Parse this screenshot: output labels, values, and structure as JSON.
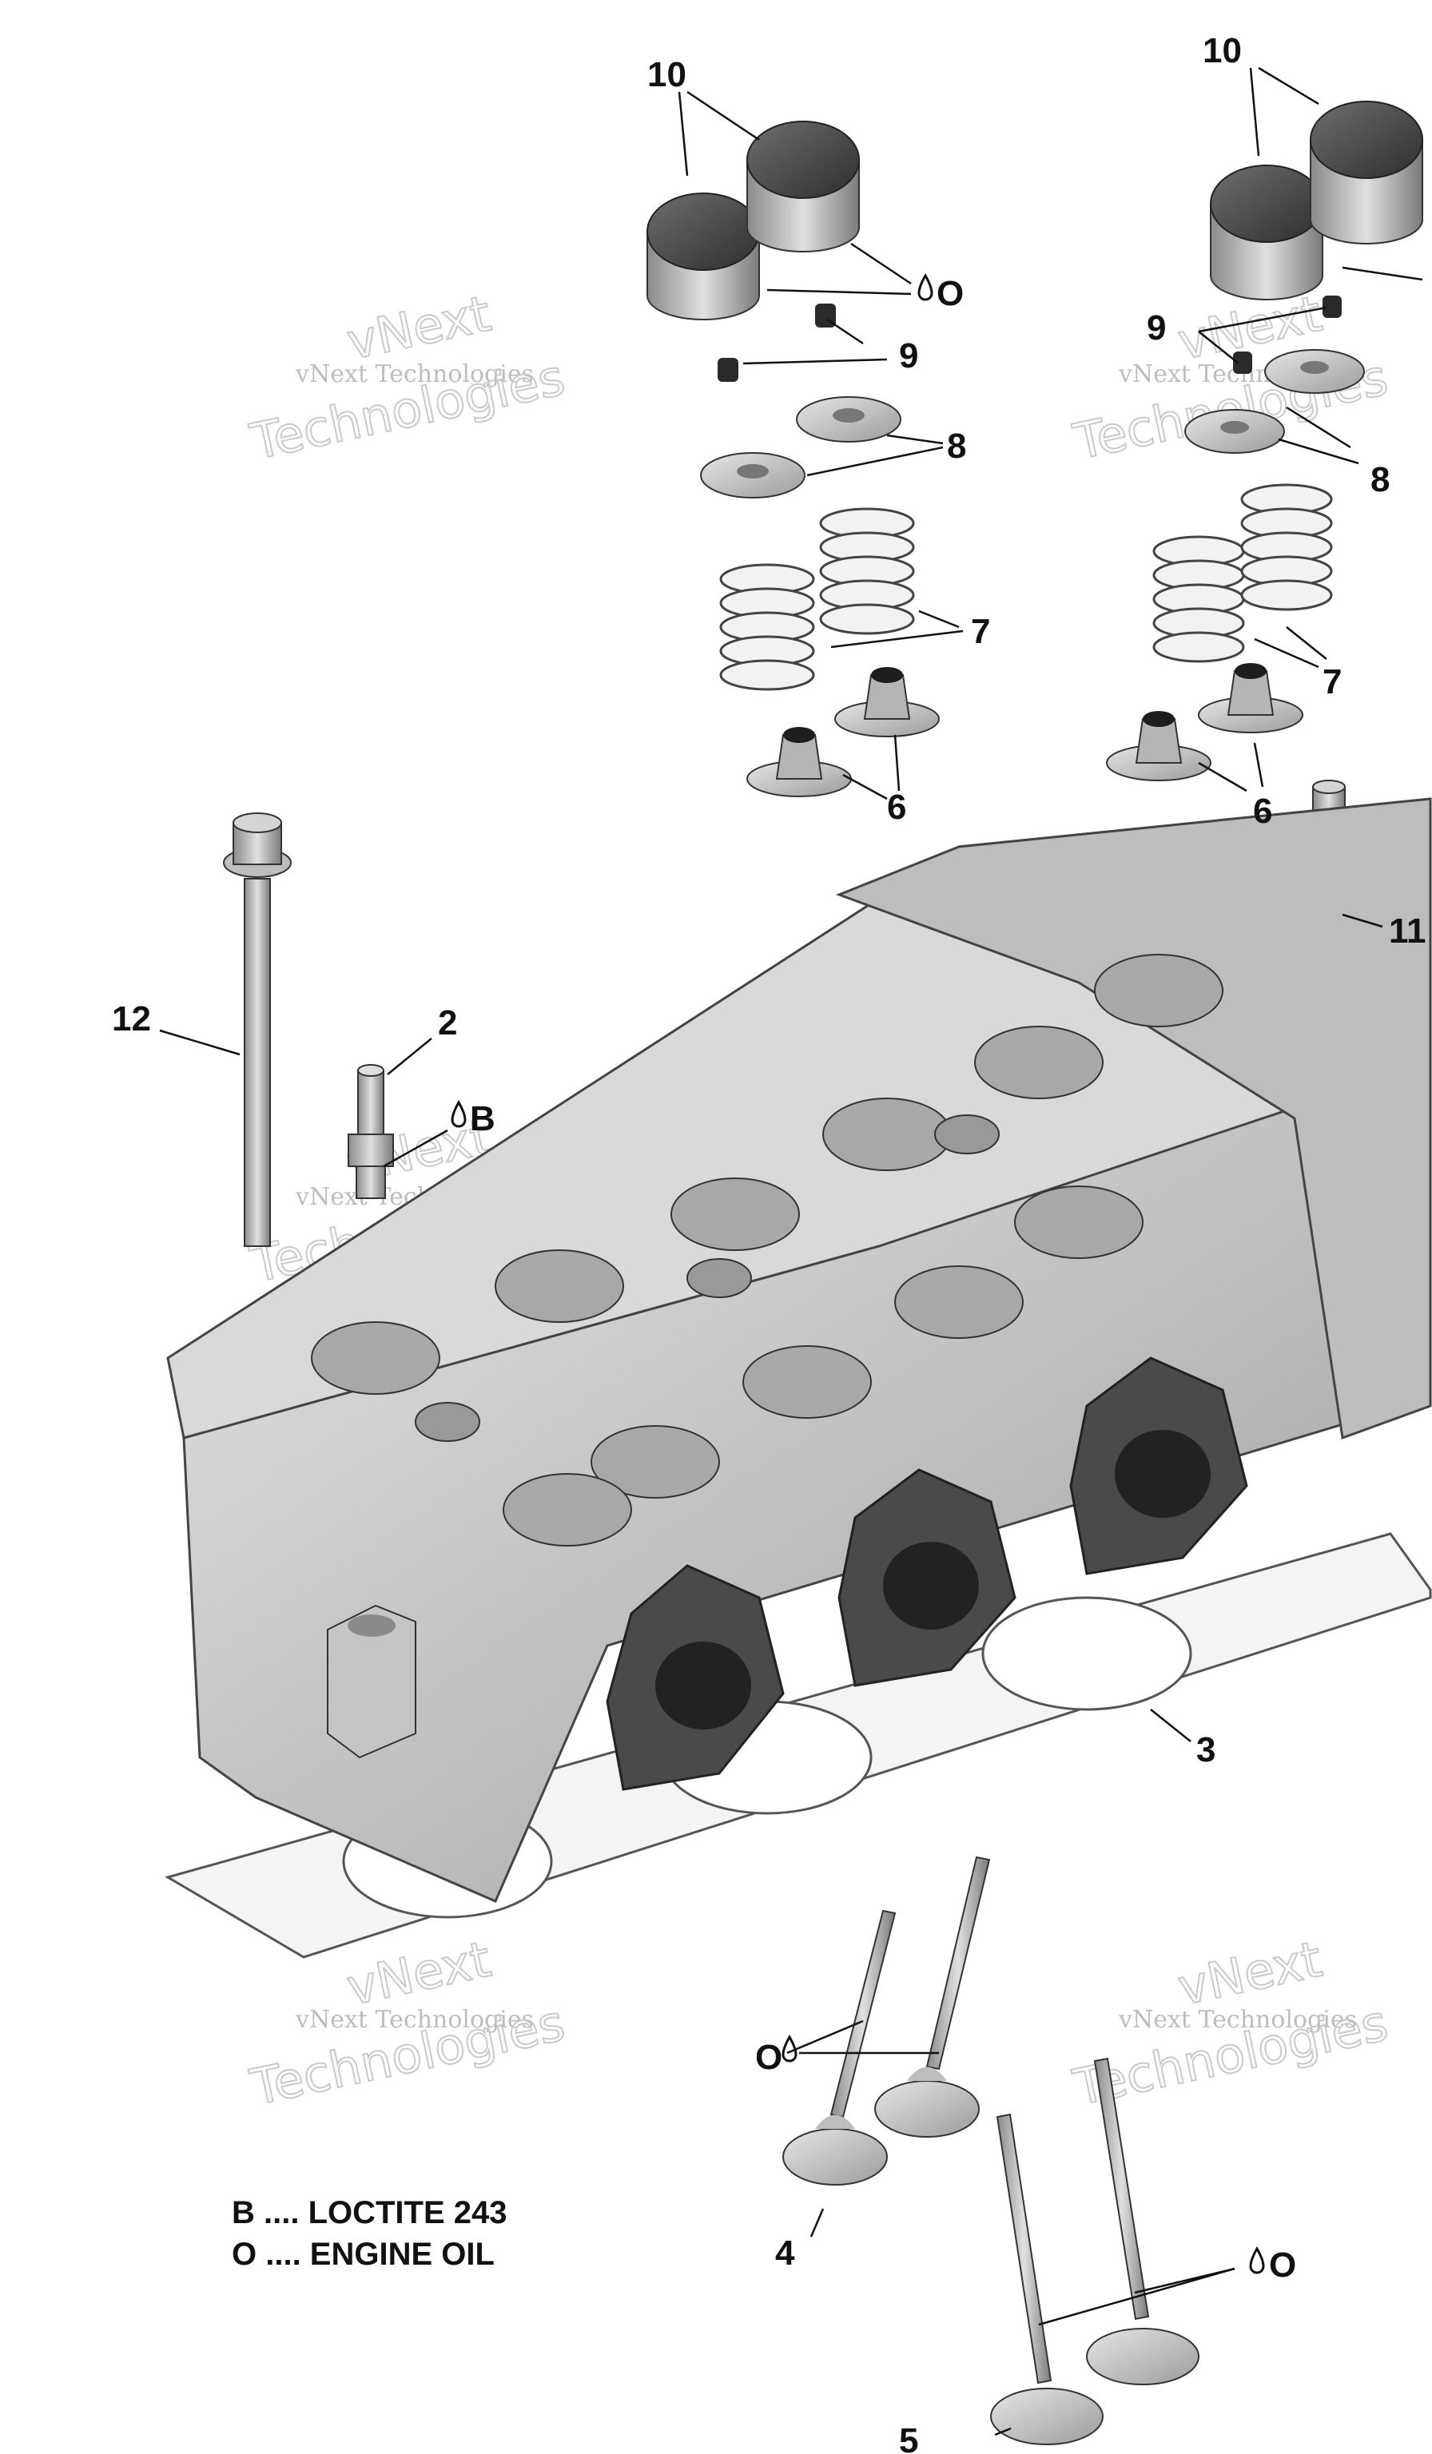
{
  "callouts": {
    "c10a": "10",
    "c10b": "10",
    "c9a": "9",
    "c9b": "9",
    "c8a": "8",
    "c8b": "8",
    "c7a": "7",
    "c7b": "7",
    "c6a": "6",
    "c6b": "6",
    "c11": "11",
    "c12": "12",
    "c2": "2",
    "c3": "3",
    "c4": "4",
    "c5": "5",
    "oilTopLeft": "O",
    "locB": "B",
    "oilValves": "O",
    "oilExhaust": "O"
  },
  "watermark": {
    "line1": "vNext",
    "line2": "vNext Technologies",
    "line3": "Technologies"
  },
  "legend": [
    {
      "text": "B .... LOCTITE 243"
    },
    {
      "text": "O .... ENGINE OIL"
    }
  ]
}
